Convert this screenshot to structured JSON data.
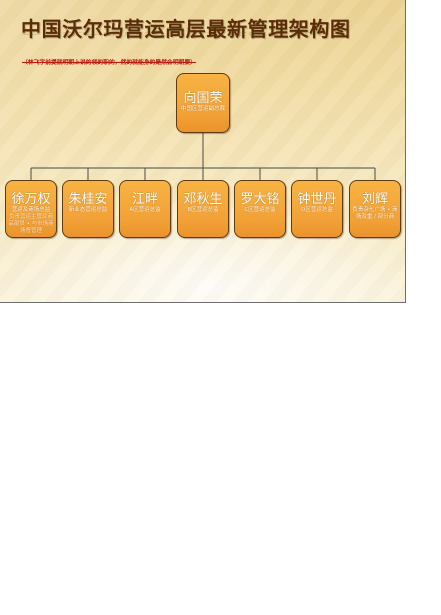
{
  "title": "中国沃尔玛营运高层最新管理架构图",
  "subtitle": "（林飞字前提就明朝上说的领的职的，然的就能身的是然会明朝要）",
  "root": {
    "name": "向国荣",
    "role": "中国区营运副总裁"
  },
  "children": [
    {
      "name": "徐万权",
      "role": "营运及商场总监",
      "detail": "负责营运主管及商品部员 • 与市场商场督管理"
    },
    {
      "name": "朱桂安",
      "role": "新业态营运总监",
      "detail": ""
    },
    {
      "name": "江畔",
      "role": "A区营运总监",
      "detail": ""
    },
    {
      "name": "邓秋生",
      "role": "B区营运总监",
      "detail": ""
    },
    {
      "name": "罗大铭",
      "role": "C区营运总监",
      "detail": ""
    },
    {
      "name": "钟世丹",
      "role": "D区营运总监",
      "detail": ""
    },
    {
      "name": "刘辉",
      "role": "负责杂七广场 • 商场及重 / 部分商",
      "detail": ""
    }
  ],
  "colors": {
    "background": "#f3e1aa",
    "title": "#5a2d07",
    "subtitle": "#c11b0f",
    "box_fill": "#f2a136",
    "box_border": "#5f3c0f",
    "connector": "#4a4a4a"
  }
}
